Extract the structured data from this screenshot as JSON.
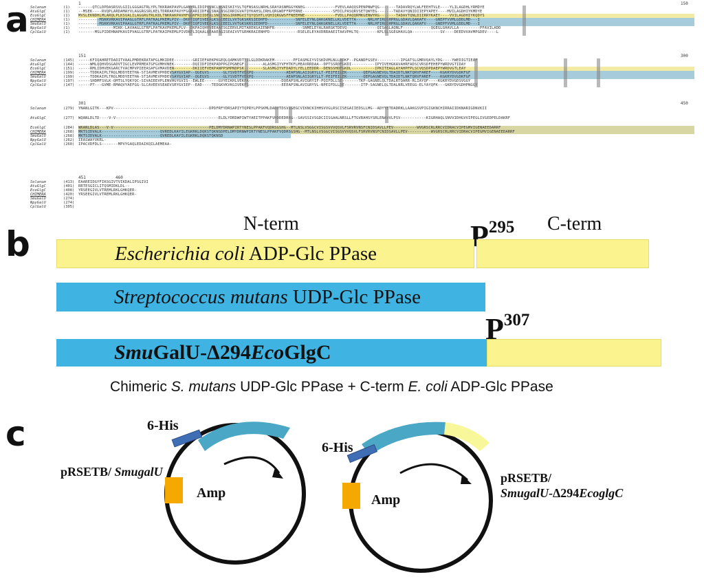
{
  "panel_labels": {
    "a": "a",
    "b": "b",
    "c": "c"
  },
  "alignment": {
    "ruler_top": {
      "start": "1",
      "end": "150"
    },
    "ruler_2": {
      "start": "151",
      "end": "300"
    },
    "ruler_3": {
      "start": "301",
      "end": "450"
    },
    "ruler_4": {
      "start": "451",
      "end": "460"
    },
    "blocks": [
      {
        "rows": [
          {
            "name": "Solanum",
            "num": "(1)",
            "seq": "------QTCLDPDASRSVLGIILGGGAGTRLYPLTKKRAKPAVPLGANYRLIDIPVSNCLNSNISKIYVLTQFNSASLNRHLSRAYASNMGGYKNEG-------------FVEVLAAQQSPENPNWFQG-------TADAVRQYLWLFEEHTVLE----YLILAGDHLYRMDYE"
          },
          {
            "name": "AtuGlgC",
            "num": "(1)",
            "seq": "--MSEK----RVQPLARDAMAYVLAGGRGSRLKELTDRRAKPAVYFGGKARIIDFALSNALNSGIRRIGVATQYKAHSLIRHLQRGWDFFRPERNE-------------SFDILPASQRVSETQWYEG-------TADAVYQNIDIIEPYAPEY----MVILAGDHIYKMDYE"
          },
          {
            "name": "EcoGlgC",
            "num": "(1)",
            "seq": "MVSLEKNDHLMLARQLPLKSVALILAGGRGTRLKDLTNKRAKPAVHFGGKFRIIDFALSNCINSGIRRMGVITQYQSHTLVQHIQRGWSFFNEEMNE-------------FVDLLPAQQRMKGENWYRG-------TADAVTQNLDIIRRYKAEY----VVILAGDHIYKQDYS"
          },
          {
            "name": "CHIMERA",
            "num": "(1)",
            "seq": "---------MSKKVRKAVIPAAGLGTRFLPATKALPKEMLPIV--DKPTIQFIVEEALKSGIEEILVVTGKSKRSIEDHFD------------SNFELEYNLQAKGKNELLKLVDETTA-----NRLHFIRQSHPRGLGDAVLQAKAFV----GNEPFVVMLGDDLMD---I"
          },
          {
            "name": "SmuGalU",
            "num": "(1)",
            "seq": "---------MSKKVRKAVIPAAGLGTRFLPATKALPKEMLPIV--DKPTIQFIVEEALKSGIEEILVVTGKSKRSIEDHFD------------SNFELEYNLQAKGKNELLKLVDETTA-----NRLHFIRQSHPRGLGDAVLQAKAFV----GNEPFVVMLGDDLMD---I"
          },
          {
            "name": "NpyGalU",
            "num": "(1)",
            "seq": "---------------MIKK-LAVAAGLGTRFLPATKAVPKEMLPLV--DKPAIQHVVEEAAESGIERVLMITAREKGAIENHFR------------SNMELEYALRARGKTDEVQ-------------QISAGLAQNLF------------QGEGLGHAVLLA---------PFAVILADD"
          },
          {
            "name": "CplGalU",
            "num": "(1)",
            "seq": "-------MSLPIDEHNAPKAVIPVAGLGTRFLPATKAIPKEMLPIVDKPLIQAALQEAAEAGISEAIVVTGRHKRAIENHFD------------RSELELEYAVDRRAAEITAAVPHLTQ--------KPLSLSGEGHAVLQA------------SV----DEEDVVAVMPGDEV----L"
          }
        ],
        "highlights": [
          {
            "row": 2,
            "cls": "hl-yellow",
            "from": 0,
            "to": 1
          },
          {
            "row": 3,
            "cls": "hl-blue",
            "from": 0.03,
            "to": 1
          },
          {
            "row": 4,
            "cls": "hl-blue",
            "from": 0.03,
            "to": 1
          }
        ]
      },
      {
        "rows": [
          {
            "name": "Solanum",
            "num": "(145)",
            "seq": "-----KFIQAHRETDADITVAALPMDEKRATAFGLMKIDEE--------GRIIEFAEKPKGEQLQAMKVDTTILGLDDKRAKEM--------PFIASMGIYVISKDVMLNLLRDKF--PGANDFGSEV----------IPGATSLGMRVQAYLYDG----YWEDIGTIEAF"
          },
          {
            "name": "AtuGlgC",
            "num": "(144)",
            "seq": "-----WMLQQHVDSGADVTIGCLEVPRMEATGFGVMHVNEK--------DQIIDFIEKPADPPGIPGNEGF--------ALASMGIYVFHTKFLMEAVRRDAA--DPTSSRDFGKDI----------IPYIVEHGKAVAHRFADSCVRSDFEHEPYWRDVGTIDAY"
          },
          {
            "name": "EcoGlgC",
            "num": "(151)",
            "seq": "-----RMLIDHVEKGARCTVACMPVPIEEASAFGVMAVDEN--------DKIIEFVEKPANPPSMPNDPSK--------SLASMGIYVFDADYLYELLEEDDR--DENSSHDFGKDL----------IPKITEAGLAYAHPFPLSCVQSDPDAEPYWRDVGTLEAY"
          },
          {
            "name": "CHIMERA",
            "num": "(199)",
            "seq": "-----TDDKAIPLTRQLMDDYEETHA-STIAVMEVPHDEVSAYGVIAP--QGEGVS------GLYSVDTFVEKPQ--------------AEAPSNLAIIGRYLLT-PEIFEILEK-------QEPGAGNEVQLTDAIDTLNKTQRVFAREF----KGKRYDVGDKFGF"
          },
          {
            "name": "SmuGalU",
            "num": "(199)",
            "seq": "-----TDDKAIPLTRQLMDDYEETHA-STIAVMEVPHDEVSAYGVIAP--QGEGVS------GLYSVDTFVEKPQ--------------AEAPSNLAIIGRYLLT-PEIFEILEK-------QEPGAGNEVQLTDAIDTLNKTQRVFAREF----KGKRYDVGDKFGF"
          },
          {
            "name": "NpyGalU",
            "num": "(197)",
            "seq": "-----SHDMFSVLK-QMTSLYQKYQC-SIVAIEEVPLENVHGYGVIS--EWLEE------GVYEIKHLVEKPA--------------DQEAPSHLAVIGRYIF-PQIFDLLSE-------TKP-GAGNELQLTDALRTQARR-RLIAYQF----KGKRYDVGDSVGGY"
          },
          {
            "name": "CplGalU",
            "num": "(147)",
            "seq": "-----PT---GVME-RMAQVYAEFGG-SLCAVEEVSEAEVSRYGVIEP--EAD----TEDGKVKVKGIVEKPS--------------EEEAPSNLAVIGRYVL-NPEIFDLLDE-------ITP-SAGNELQLTDALNRLVEEGG-ELYAYQFK---GKRYDVGDHPNGGY"
          }
        ],
        "highlights": [
          {
            "row": 2,
            "cls": "hl-yellow",
            "from": 0.15,
            "to": 1
          },
          {
            "row": 3,
            "cls": "hl-blue",
            "from": 0.15,
            "to": 1
          },
          {
            "row": 4,
            "cls": "hl-blue",
            "from": 0.15,
            "to": 1
          }
        ]
      },
      {
        "rows": [
          {
            "name": "Solanum",
            "num": "(279)",
            "seq": "YNANLGITK---KPV-----------------------------------------DPDFRFYDRSAPIYTQPRYLPPSKMLDADVTDSVIGEGCVIKNCKIHHSVVGLRSCISEGAIIEDSLLMG--ADYYETDADRKLLAAKGSVPIGIGKNCHIRRAIIDKNARIGDNVKII"
          },
          {
            "name": "AtuGlgC",
            "num": "(277)",
            "seq": "WQANLDLTD----V-V--------------------------------------------ELDLYDRDWPIWTYAEITPPAKFVHDDEDRRG--SAVSSIVSGDCIISGAALNRSLLFTGVRAHSYSRLENAVVLPSV-----------KIGRHAQLSNVVIDHGVVIPEGLIVGEDPELDAKRF"
          },
          {
            "name": "EcoGlgC",
            "num": "(284)",
            "seq": "WKANLDLAS---V-V-----------------------------------------PELDMYDRNWPIRTYNESLPPAKFVQDRSGSHG--MTLNSLVSGGCVISGSVVVQSVLFSRVRVNSFCNIDSAVLLPEV----------WVGRSCRLRRCVIDRACVIPEGMVIGENAEEDARRF"
          },
          {
            "name": "CHIMERA",
            "num": "(268)",
            "seq": "MKTSIDVALK-------------------------QVREDLKAYILEGKRKLDQKSTQKNSDPELDMYDRNWPIRTYNESLPPAKFVQDRSGSHG--MTLNSLVSGGCVISGSVVVQSVLFSRVRVNSFCNIDSAVLLPEV----------WVGRSCRLRRCVIDRACVIPEGMVIGENAEEDARRF"
          },
          {
            "name": "SmuGalU",
            "num": "(268)",
            "seq": "MKTSIDVALK-------------------------QVREDLKAYILEGKRKLDQKSTQKNSD"
          },
          {
            "name": "NpyGalU",
            "num": "(262)",
            "seq": "IEASWAYVKRL-"
          },
          {
            "name": "CplGalU",
            "num": "(260)",
            "seq": "IPACVDFDLS-------MPVYGAQLEDAIKQILAEMEAA-"
          }
        ],
        "highlights": [
          {
            "row": 2,
            "cls": "hl-olive",
            "from": 0.0,
            "to": 1
          },
          {
            "row": 3,
            "cls": "hl-olive",
            "from": 0.345,
            "to": 1
          },
          {
            "row": 3,
            "cls": "hl-blue",
            "from": 0.0,
            "to": 0.345
          },
          {
            "row": 4,
            "cls": "hl-blue",
            "from": 0.0,
            "to": 0.345
          }
        ]
      },
      {
        "rows": [
          {
            "name": "Solanum",
            "num": "(413)",
            "seq": "EAAREIDGYFIKSGIVTVIKDALIPSGIVI"
          },
          {
            "name": "AtuGlgC",
            "num": "(401)",
            "seq": "RRTESGICLITQSMIDKLDL--"
          },
          {
            "name": "EcoGlgC",
            "num": "(408)",
            "seq": "YRSEEGIVLVTREMLRKLGHKQER-"
          },
          {
            "name": "CHIMERA",
            "num": "(420)",
            "seq": "YRSEEGIVLVTREMLRKLGHKQER-"
          },
          {
            "name": "SmuGalU",
            "num": "(274)",
            "seq": ""
          },
          {
            "name": "NpyGalU",
            "num": "(274)",
            "seq": ""
          },
          {
            "name": "CplGalU",
            "num": "(305)",
            "seq": ""
          }
        ],
        "highlights": []
      }
    ]
  },
  "panel_b": {
    "n_term": "N-term",
    "c_term": "C-term",
    "p295": {
      "letter": "P",
      "number": "295"
    },
    "p307": {
      "letter": "P",
      "number": "307"
    },
    "bar1": {
      "italic": "Escherichia coli",
      "rest": " ADP-Glc PPase"
    },
    "bar2": {
      "italic": "Streptococcus mutans",
      "rest": " UDP-Glc PPase"
    },
    "bar3": {
      "part1": "Smu",
      "part2": "GalU-Δ294",
      "part3": "Eco",
      "part4": "GlgC"
    },
    "caption": {
      "p1": "Chimeric ",
      "p2": "S. mutans",
      "p3": " UDP-Glc PPase + C-term ",
      "p4": "E. coli",
      "p5": " ADP-Glc PPase"
    }
  },
  "panel_c": {
    "his_label_1": "6-His",
    "his_label_2": "6-His",
    "amp_1": "Amp",
    "amp_2": "Amp",
    "plasmid_1": {
      "line1_a": "pRSETB/ ",
      "line1_b": "SmugalU"
    },
    "plasmid_2": {
      "line1": "pRSETB/",
      "line2_a": "SmugalU",
      "line2_b": "-Δ294",
      "line2_c": "EcoglgC"
    }
  },
  "colors": {
    "yellow": "#fbf38d",
    "blue": "#3fb3e2",
    "teal_arc": "#4aa8c6",
    "pale_yellow_arc": "#f8f79a",
    "orange_amp": "#f5a800",
    "his_tag": "#3f6eb5"
  }
}
